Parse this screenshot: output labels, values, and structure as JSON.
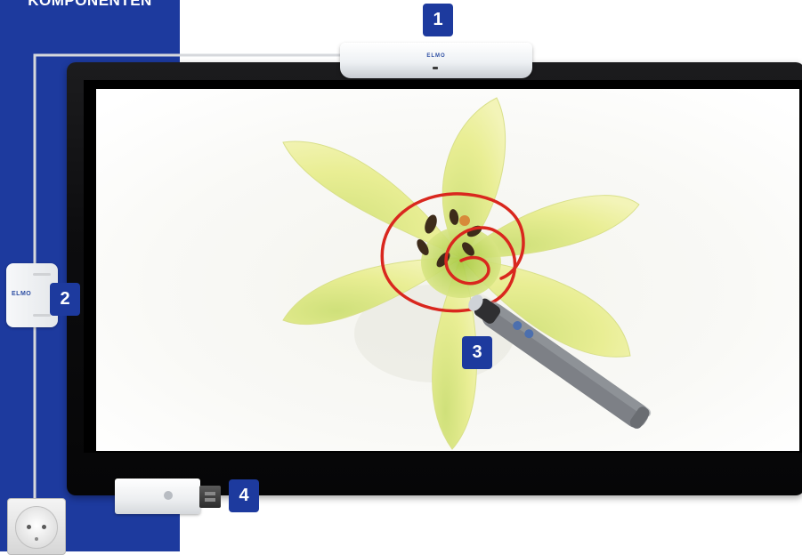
{
  "header": {
    "title": "KOMPONENTEN"
  },
  "device_logo": "ELMO",
  "badges": [
    "1",
    "2",
    "3",
    "4"
  ],
  "colors": {
    "panel_blue": "#1d3a9e",
    "annotation_red": "#d9271e",
    "flower_yellow": "#e6ec8c"
  },
  "icons": [
    "projector-unit",
    "controller-box",
    "interactive-pen",
    "usb-dongle",
    "power-outlet",
    "lily-photo"
  ]
}
